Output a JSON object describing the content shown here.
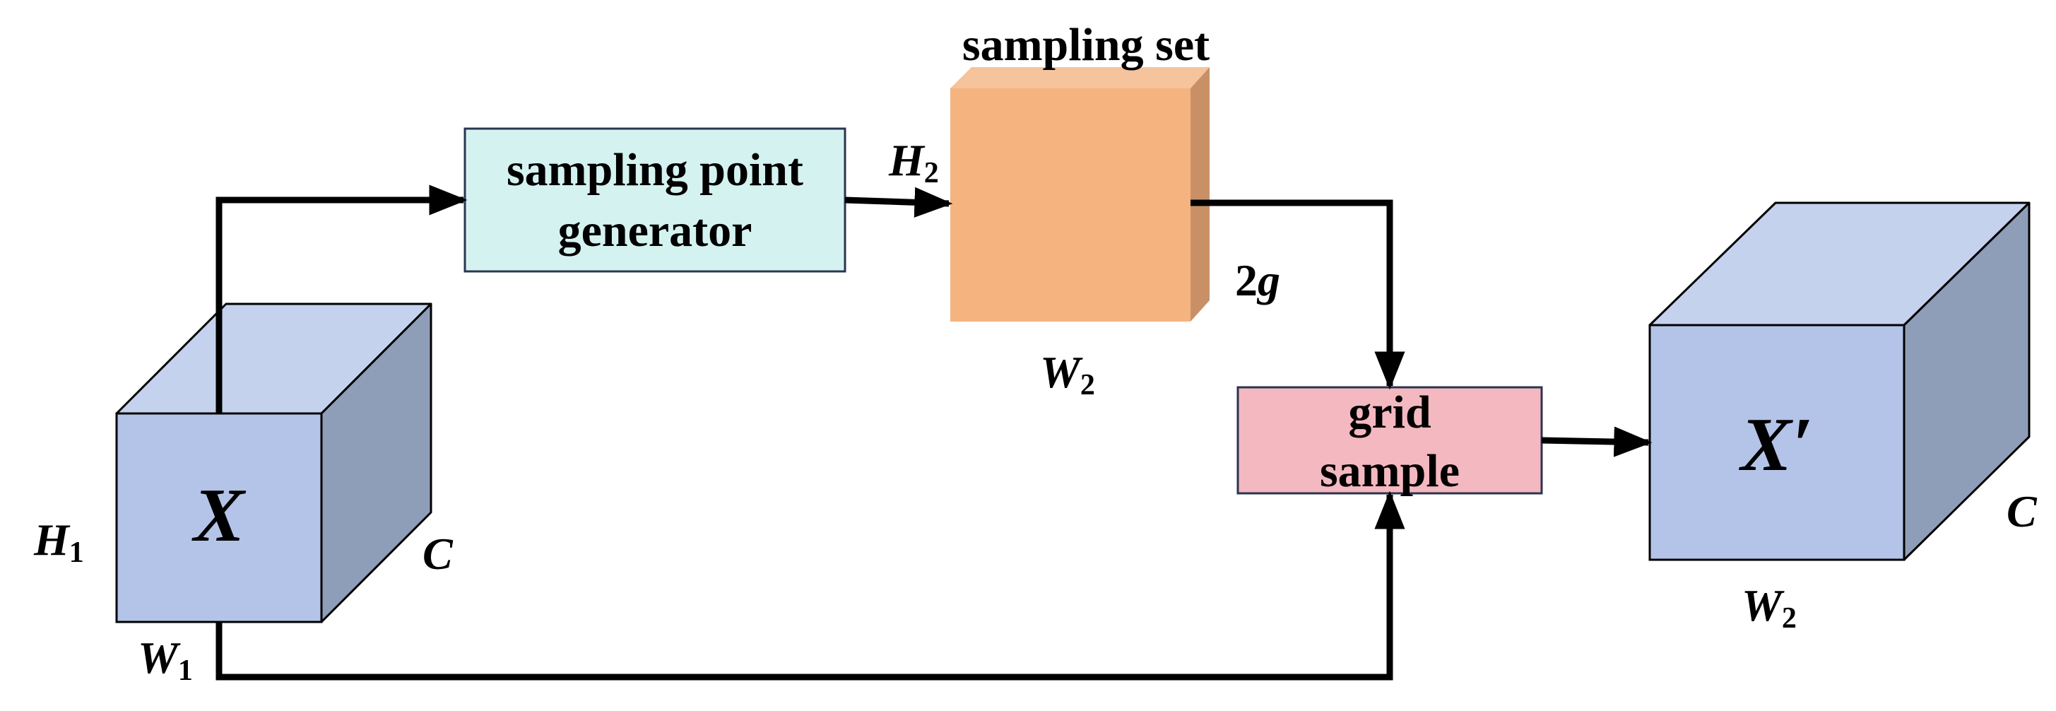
{
  "blocks": {
    "sampling_point_generator": {
      "line1": "sampling point",
      "line2": "generator",
      "fill": "#d4f2f0"
    },
    "grid_sample": {
      "line1": "grid",
      "line2": "sample",
      "fill": "#f4b8c0"
    }
  },
  "input_cube": {
    "symbol": "X",
    "height_label": "H",
    "height_sub": "1",
    "width_label": "W",
    "width_sub": "1",
    "channel_label": "C",
    "front_fill": "#b4c3e8",
    "top_fill": "#c5d2ee",
    "side_fill": "#8f9eb8"
  },
  "sampling_set": {
    "title": "sampling set",
    "height_label": "H",
    "height_sub": "2",
    "width_label": "W",
    "width_sub": "2",
    "depth_label": "2",
    "depth_label_var": "g",
    "front_fill": "#f5b380",
    "top_fill": "#f5c39c",
    "side_fill": "#c99068"
  },
  "output_cube": {
    "symbol": "X′",
    "width_label": "W",
    "width_sub": "2",
    "channel_label": "C",
    "front_fill": "#b4c3e8",
    "top_fill": "#c5d2ee",
    "side_fill": "#8f9eb8"
  },
  "colors": {
    "stroke": "#000000",
    "block_border": "#2a3550"
  }
}
